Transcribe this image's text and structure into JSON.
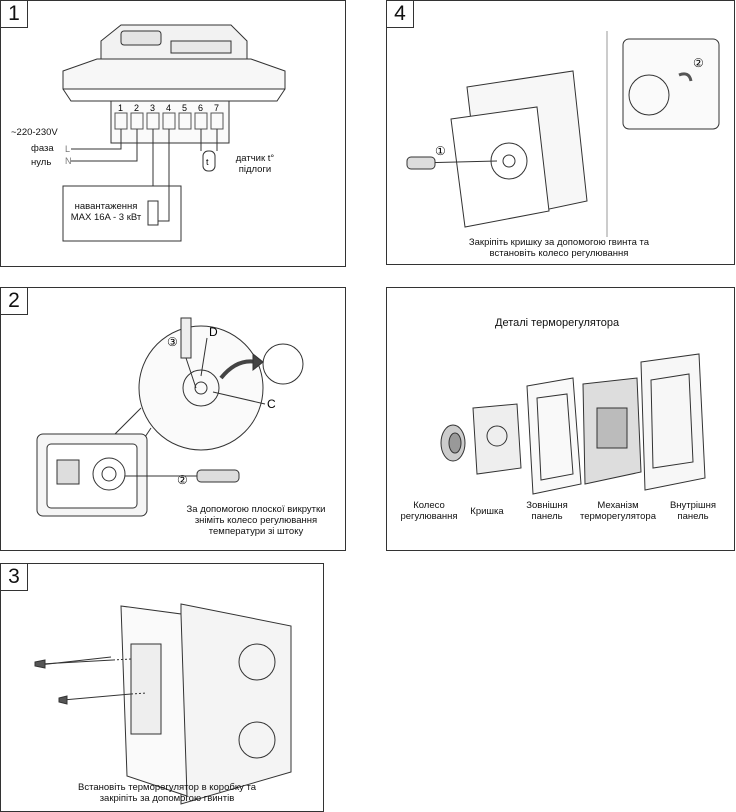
{
  "panels": {
    "p1": {
      "number": "1",
      "voltage": "~220-230V",
      "phase": "фаза",
      "neutral": "нуль",
      "L": "L",
      "N": "N",
      "sensor_line1": "датчик t°",
      "sensor_line2": "підлоги",
      "sensor_t": "t",
      "load_line1": "навантаження",
      "load_line2": "MAX 16A - 3 кВт",
      "terminals": [
        "1",
        "2",
        "3",
        "4",
        "5",
        "6",
        "7"
      ]
    },
    "p2": {
      "number": "2",
      "callout_3": "③",
      "callout_2": "②",
      "letter_d": "D",
      "letter_c": "C",
      "caption_line1": "За допомогою плоскої викрутки",
      "caption_line2": "зніміть колесо регулювання",
      "caption_line3": "температури зі штоку"
    },
    "p3": {
      "number": "3",
      "caption_line1": "Встановіть терморегулятор в коробку та",
      "caption_line2": "закріпіть за допомогою гвинтів"
    },
    "p4": {
      "number": "4",
      "callout_1": "①",
      "callout_2": "②",
      "caption_line1": "Закріпіть кришку за допомогою гвинта та",
      "caption_line2": "встановіть колесо регулювання"
    },
    "p5": {
      "title": "Деталі терморегулятора",
      "parts": [
        {
          "line1": "Колесо",
          "line2": "регулювання"
        },
        {
          "line1": "Кришка",
          "line2": ""
        },
        {
          "line1": "Зовнішня",
          "line2": "панель"
        },
        {
          "line1": "Механізм",
          "line2": "терморегулятора"
        },
        {
          "line1": "Внутрішня",
          "line2": "панель"
        }
      ]
    }
  }
}
